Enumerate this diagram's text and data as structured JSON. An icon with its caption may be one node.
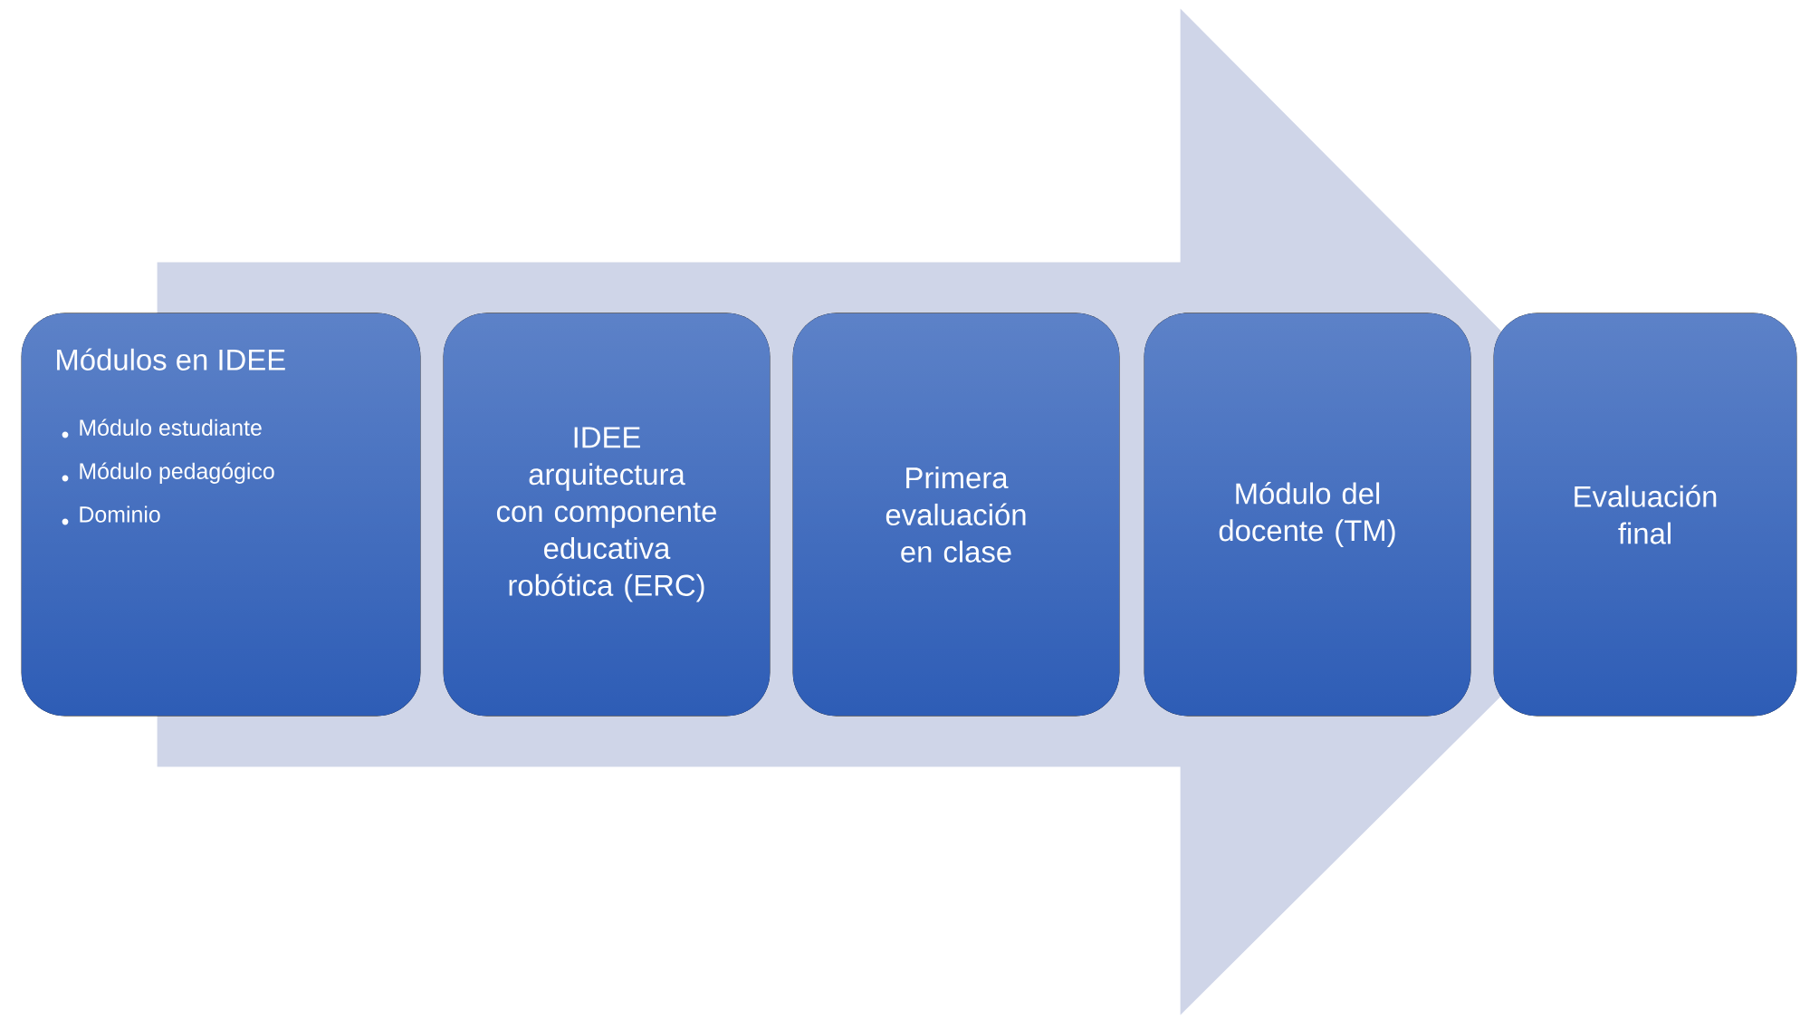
{
  "diagram": {
    "nodes": [
      {
        "text": [
          "Módulos en IDEE",
          "Módulo estudiante",
          "Módulo pedagógico",
          "Dominio"
        ]
      },
      {
        "text": [
          "IDEE arquitectura con componente educativa robótica (ERC)"
        ]
      },
      {
        "text": [
          "Primera evaluación en clase"
        ]
      },
      {
        "text": [
          "Módulo del docente (TM)"
        ]
      },
      {
        "text": [
          "Evaluación final"
        ]
      }
    ],
    "edges": [
      {
        "from": 0,
        "to": 4,
        "arrow": "to"
      }
    ]
  }
}
